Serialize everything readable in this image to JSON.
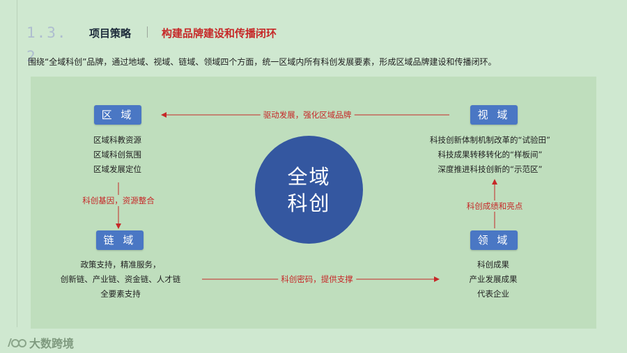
{
  "header": {
    "section_number": "1.3.2",
    "strategy_label": "项目策略",
    "title": "构建品牌建设和传播闭环"
  },
  "intro_text": "围绕“全域科创”品牌，通过地域、视域、链域、领域四个方面，统一区域内所有科创发展要素，形成区域品牌建设和传播闭环。",
  "center": {
    "line1": "全域",
    "line2": "科创"
  },
  "nodes": {
    "quyu": {
      "label": "区 域",
      "items": [
        "区域科教资源",
        "区域科创氛围",
        "区域发展定位"
      ]
    },
    "shiyu": {
      "label": "视 域",
      "items": [
        "科技创新体制机制改革的“试验田”",
        "科技成果转移转化的“样板间”",
        "深度推进科技创新的“示范区”"
      ]
    },
    "lianyu": {
      "label": "链 域",
      "items": [
        "政策支持，精准服务，",
        "创新链、产业链、资金链、人才链",
        "全要素支持"
      ]
    },
    "lingyu": {
      "label": "领 域",
      "items": [
        "科创成果",
        "产业发展成果",
        "代表企业"
      ]
    }
  },
  "edges": {
    "top": "驱动发展，强化区域品牌",
    "left": "科创基因，资源整合",
    "bottom": "科创密码，提供支撑",
    "right": "科创成绩和亮点"
  },
  "colors": {
    "node_blue": "#4a77c4",
    "center_blue": "#3457a0",
    "arrow_red": "#c62828",
    "panel_green": "#bfdebd"
  },
  "logo": {
    "text": "大数跨境"
  }
}
